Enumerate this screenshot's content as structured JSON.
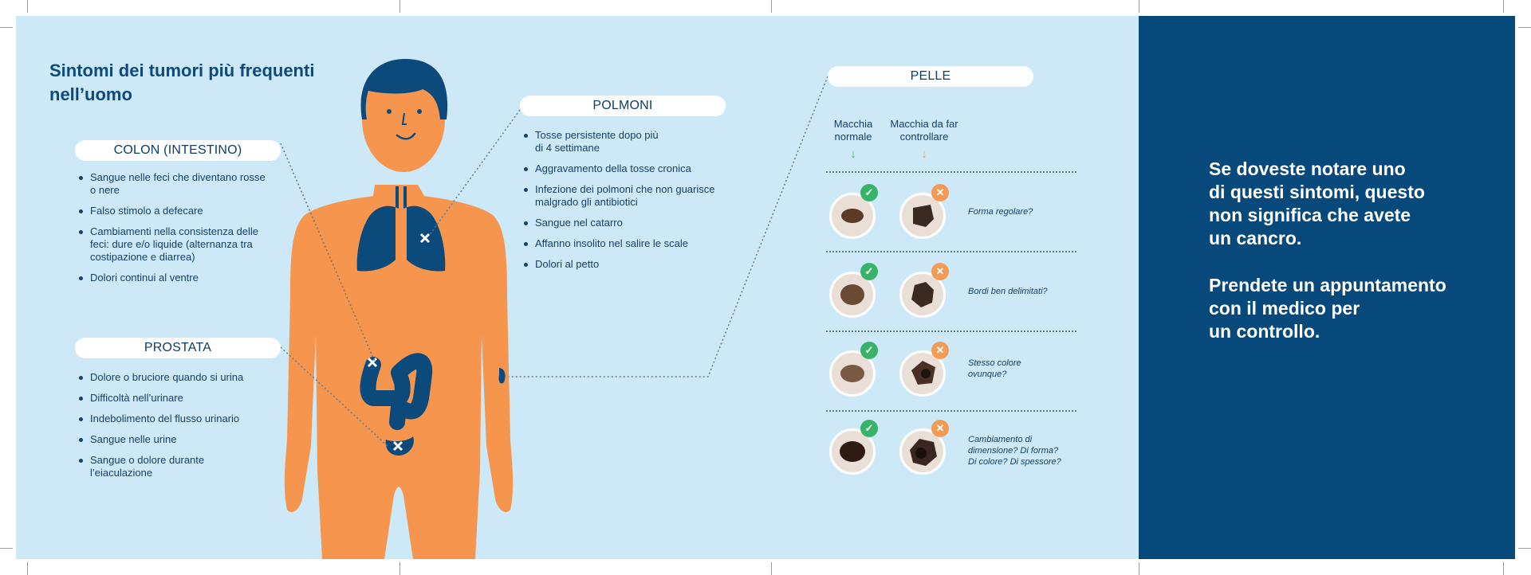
{
  "title": [
    "Sintomi dei tumori  più frequenti",
    "nell’uomo"
  ],
  "sections": {
    "colon": {
      "label": "COLON (INTESTINO)",
      "items": [
        [
          "Sangue nelle feci che diventano rosse",
          "o nere"
        ],
        [
          "Falso stimolo a defecare"
        ],
        [
          "Cambiamenti nella consistenza delle",
          "feci: dure e/o liquide (alternanza tra",
          "costipazione e diarrea)"
        ],
        [
          "Dolori continui al ventre"
        ]
      ]
    },
    "prostate": {
      "label": "PROSTATA",
      "items": [
        [
          "Dolore o bruciore quando si urina"
        ],
        [
          "Difficoltà nell’urinare"
        ],
        [
          "Indebolimento del flusso  urinario"
        ],
        [
          "Sangue nelle urine"
        ],
        [
          "Sangue o dolore durante",
          "l’eiaculazione"
        ]
      ]
    },
    "lungs": {
      "label": "POLMONI",
      "items": [
        [
          "Tosse persistente dopo più",
          "di 4 settimane"
        ],
        [
          "Aggravamento della tosse cronica"
        ],
        [
          "Infezione dei polmoni che non guarisce",
          "malgrado gli antibiotici"
        ],
        [
          "Sangue nel catarro"
        ],
        [
          "Affanno  insolito nel salire le scale"
        ],
        [
          "Dolori al petto"
        ]
      ]
    },
    "skin": {
      "label": "PELLE",
      "normal_label": [
        "Macchia",
        "normale"
      ],
      "check_label": [
        "Macchia da far",
        "controllare"
      ],
      "rows": [
        [
          "Forma regolare?"
        ],
        [
          "Bordi ben delimitati?"
        ],
        [
          "Stesso colore",
          "ovunque?"
        ],
        [
          "Cambiamento di",
          "dimensione? Di forma?",
          "Di colore? Di spessore?"
        ]
      ]
    }
  },
  "message": {
    "line_groups": [
      [
        "Se doveste notare uno",
        "di questi sintomi, questo",
        "non significa che avete",
        "un cancro."
      ],
      [
        "Prendete un appuntamento",
        "con il medico per",
        "un controllo."
      ]
    ]
  },
  "icons": {
    "normal_arrow": "arrow-down-icon",
    "check_arrow": "arrow-down-icon",
    "ok_badge": "check-icon",
    "ko_badge": "cross-icon"
  },
  "colors": {
    "background": "#cde9f7",
    "navy": "#07497a",
    "body": "#f5954e",
    "organ": "#0d4a7c",
    "ok": "#39b36a",
    "ko": "#f39a54"
  }
}
